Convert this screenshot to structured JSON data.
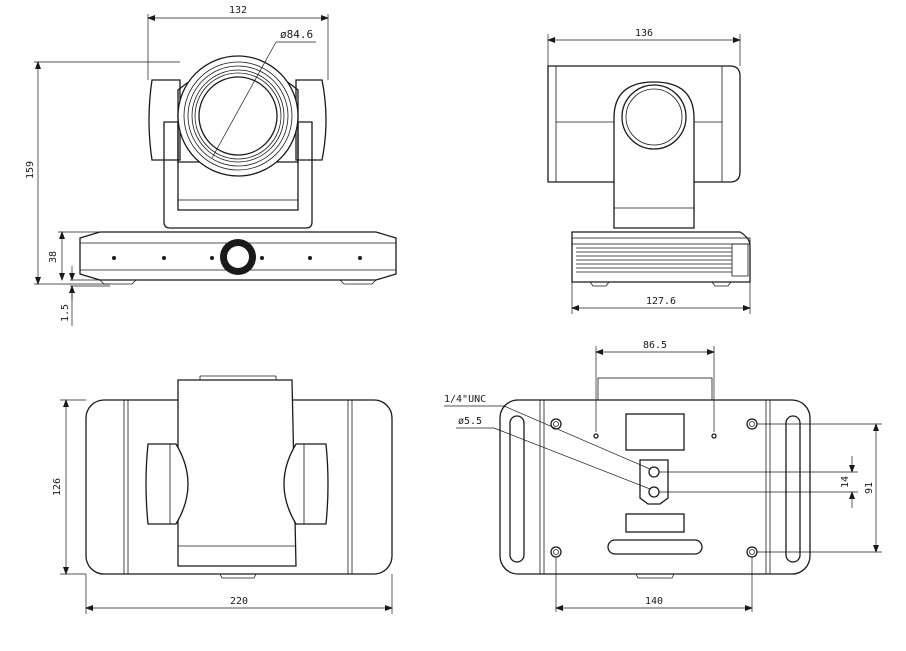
{
  "dimensions": {
    "front_width": "132",
    "lens_diameter": "ø84.6",
    "front_height": "159",
    "base_height": "38",
    "foot_height": "1.5",
    "side_width": "136",
    "side_base_width": "127.6",
    "top_hole_spacing": "86.5",
    "thread_callout": "1/4\"UNC",
    "hole_diameter": "ø5.5",
    "hole_pitch": "14",
    "mount_pitch_vertical": "91",
    "top_depth": "126",
    "top_width": "220",
    "mount_pitch_horizontal": "140"
  },
  "colors": {
    "line": "#1a1a1a",
    "background": "#ffffff"
  }
}
